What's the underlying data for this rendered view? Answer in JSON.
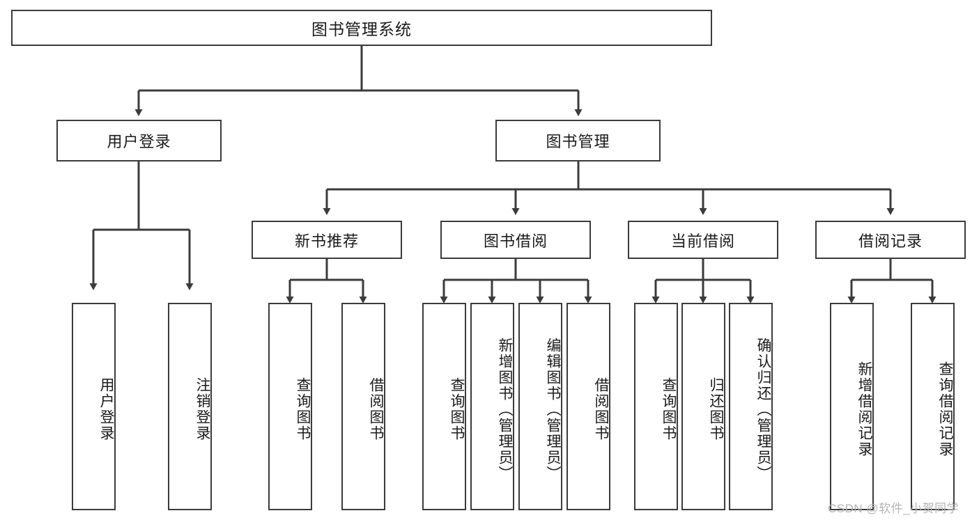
{
  "diagram": {
    "title": "图书管理系统",
    "watermark": "CSDN @软件_小贺同学",
    "line_color": "#3b3b3b",
    "background_color": "#ffffff",
    "text_color": "#1a1a1a"
  },
  "root": {
    "label": "图书管理系统"
  },
  "level2": [
    {
      "label": "用户登录"
    },
    {
      "label": "图书管理"
    }
  ],
  "level3": [
    {
      "label": "新书推荐"
    },
    {
      "label": "图书借阅"
    },
    {
      "label": "当前借阅"
    },
    {
      "label": "借阅记录"
    }
  ],
  "leaves": {
    "user_login": [
      {
        "label": "用户登录"
      },
      {
        "label": "注销登录"
      }
    ],
    "new_book_recommend": [
      {
        "label": "查询图书"
      },
      {
        "label": "借阅图书"
      }
    ],
    "book_borrow": [
      {
        "label": "查询图书"
      },
      {
        "label": "新增图书（管理员）"
      },
      {
        "label": "编辑图书（管理员）"
      },
      {
        "label": "借阅图书"
      }
    ],
    "current_borrow": [
      {
        "label": "查询图书"
      },
      {
        "label": "归还图书"
      },
      {
        "label": "确认归还（管理员）"
      }
    ],
    "borrow_record": [
      {
        "label": "新增借阅记录"
      },
      {
        "label": "查询借阅记录"
      }
    ]
  }
}
